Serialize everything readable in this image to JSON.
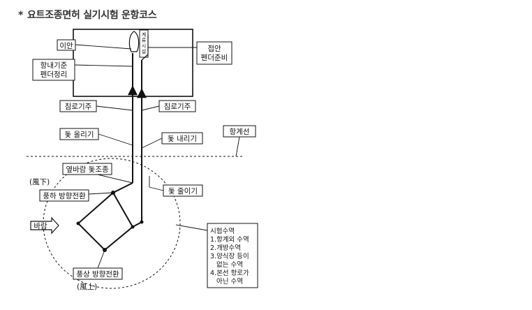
{
  "title": {
    "bullet": "*",
    "text": "요트조종면허 실기시험 운항코스"
  },
  "pier": {
    "vertical_label": [
      "계",
      "류",
      "시",
      "설"
    ]
  },
  "labels": {
    "departure": "이안",
    "port_fender_1": "항내기준",
    "port_fender_2": "펜더정리",
    "docking_1": "접안",
    "docking_2": "펜더준비",
    "course_keep_left": "침로기주",
    "course_keep_right": "침로기주",
    "sail_up": "돛 올리기",
    "sail_down": "돛 내리기",
    "harbor_line": "항계선",
    "beam_reach": "옆바람 돛조종",
    "leeward_hanja": "(風下)",
    "jibe": "풍하 방향전환",
    "reef": "돛 줄이기",
    "wind": "바람",
    "tack": "풍상 방향전환",
    "windward_hanja": "(風上)"
  },
  "legend": {
    "title": "시험수역",
    "items": [
      "1.항계외 수역",
      "2.개방수역",
      "3.양식장 등이",
      "   없는 수역",
      "4.본선 항로가",
      "   아닌 수역"
    ]
  }
}
